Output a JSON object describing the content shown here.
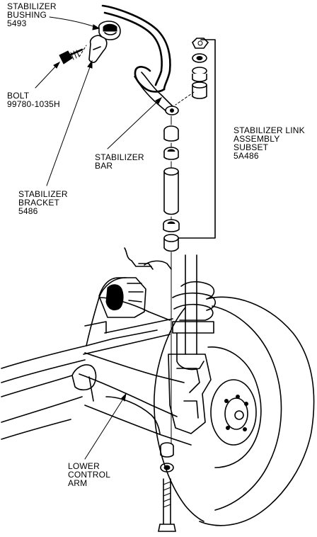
{
  "labels": {
    "stabilizer_bushing": {
      "line1": "STABILIZER",
      "line2": "BUSHING",
      "line3": "5493"
    },
    "bolt": {
      "line1": "BOLT",
      "line2": "99780-1035H"
    },
    "stabilizer_bar": {
      "line1": "STABILIZER",
      "line2": "BAR"
    },
    "stabilizer_bracket": {
      "line1": "STABILIZER",
      "line2": "BRACKET",
      "line3": "5486"
    },
    "stabilizer_link": {
      "line1": "STABILIZER LINK",
      "line2": "ASSEMBLY",
      "line3": "SUBSET",
      "line4": "5A486"
    },
    "lower_control_arm": {
      "line1": "LOWER",
      "line2": "CONTROL",
      "line3": "ARM"
    }
  }
}
